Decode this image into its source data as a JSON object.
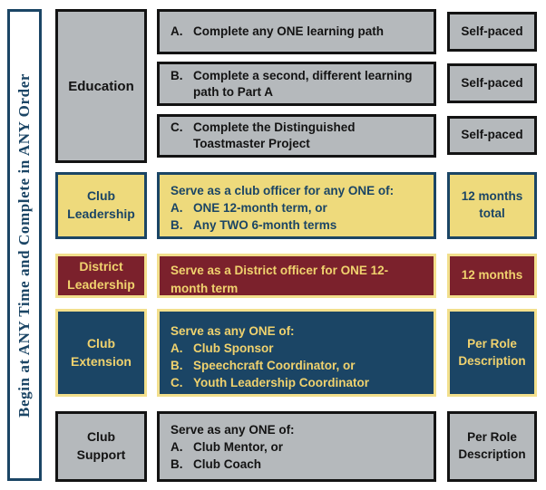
{
  "colors": {
    "navy": "#1b4565",
    "yellow": "#eeda7c",
    "maroon": "#7b212c",
    "gray": "#b5b9bc",
    "pale_yellow": "#f2df8c",
    "yellow_text": "#f0d26e",
    "black": "#131313"
  },
  "sidebar": {
    "label": "Begin at ANY Time and Complete in ANY Order"
  },
  "education": {
    "label": "Education",
    "items": [
      {
        "letter": "A.",
        "text": "Complete any ONE learning path",
        "duration": "Self-paced"
      },
      {
        "letter": "B.",
        "text": "Complete a second, different learning path to Part A",
        "duration": "Self-paced"
      },
      {
        "letter": "C.",
        "text": "Complete the Distinguished Toastmaster Project",
        "duration": "Self-paced"
      }
    ]
  },
  "club_leadership": {
    "label": "Club Leadership",
    "intro": "Serve as a club officer for any ONE of:",
    "items": [
      {
        "letter": "A.",
        "text": "ONE 12-month term, or"
      },
      {
        "letter": "B.",
        "text": "Any TWO 6-month terms"
      }
    ],
    "duration": "12 months total"
  },
  "district_leadership": {
    "label": "District Leadership",
    "text": "Serve as a District officer for ONE 12-month term",
    "duration": "12 months"
  },
  "club_extension": {
    "label": "Club Extension",
    "intro": "Serve as any ONE of:",
    "items": [
      {
        "letter": "A.",
        "text": "Club Sponsor"
      },
      {
        "letter": "B.",
        "text": "Speechcraft Coordinator, or"
      },
      {
        "letter": "C.",
        "text": "Youth Leadership Coordinator"
      }
    ],
    "duration": "Per Role Description"
  },
  "club_support": {
    "label": "Club Support",
    "intro": "Serve as any ONE of:",
    "items": [
      {
        "letter": "A.",
        "text": "Club Mentor, or"
      },
      {
        "letter": "B.",
        "text": "Club Coach"
      }
    ],
    "duration": "Per Role Description"
  }
}
